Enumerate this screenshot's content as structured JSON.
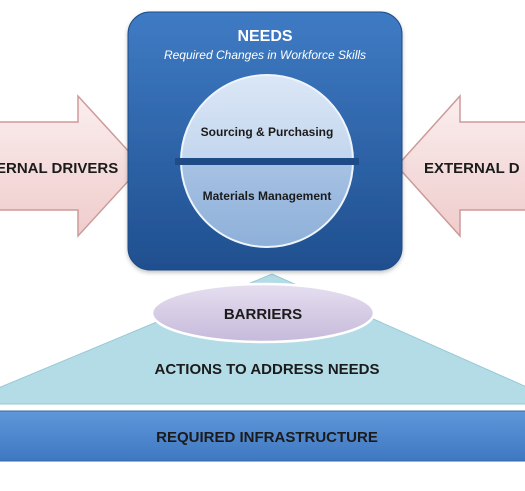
{
  "needs": {
    "title": "NEEDS",
    "subtitle": "Required Changes in Workforce Skills",
    "segments": [
      "Sourcing & Purchasing",
      "Materials Management"
    ]
  },
  "drivers": {
    "left_label": "ERNAL DRIVERS",
    "right_label": "EXTERNAL D"
  },
  "barriers": {
    "label": "BARRIERS"
  },
  "actions": {
    "label": "ACTIONS TO ADDRESS NEEDS"
  },
  "infrastructure": {
    "label": "REQUIRED INFRASTRUCTURE"
  },
  "colors": {
    "needs_box": "#2f67ae",
    "circle": "#c4d7ef",
    "divider": "#1f4c86",
    "arrow_fill": "#f6dede",
    "arrow_stroke": "#cd9a9a",
    "barriers_fill": "#d6cde6",
    "actions_fill": "#b3dce6",
    "infrastructure_fill": "#4d86cc"
  }
}
